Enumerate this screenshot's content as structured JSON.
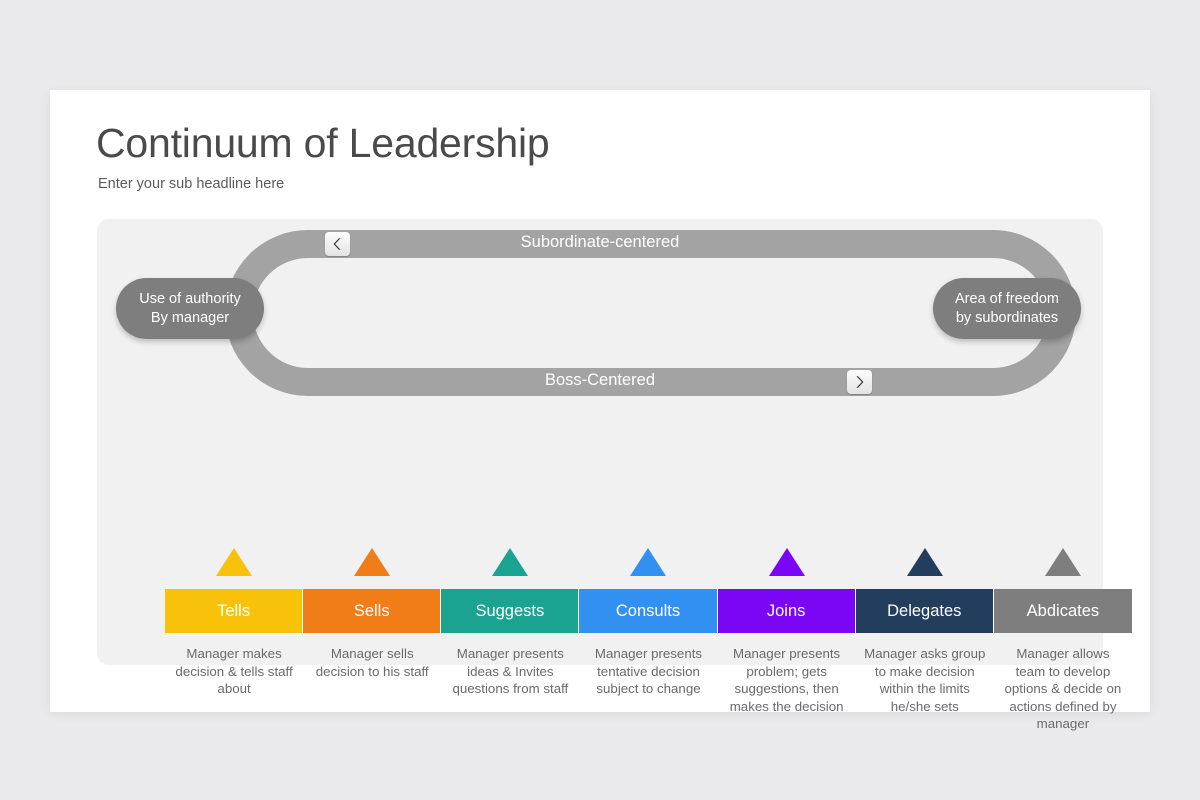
{
  "slide": {
    "title": "Continuum of Leadership",
    "subtitle": "Enter your sub headline here"
  },
  "continuum": {
    "top_label": "Subordinate-centered",
    "bottom_label": "Boss-Centered",
    "left_pill": {
      "line1": "Use of authority",
      "line2": "By manager"
    },
    "right_pill": {
      "line1": "Area of freedom",
      "line2": "by subordinates"
    },
    "nav": {
      "prev_icon": "chevron-left-icon",
      "next_icon": "chevron-right-icon"
    },
    "track_color": "#a3a3a3",
    "pill_color": "#7e7e7e"
  },
  "stages": [
    {
      "label": "Tells",
      "description": "Manager makes decision & tells staff about",
      "color": "#f9c20a"
    },
    {
      "label": "Sells",
      "description": "Manager sells decision to his staff",
      "color": "#f07d18"
    },
    {
      "label": "Suggests",
      "description": "Manager presents ideas & Invites questions from staff",
      "color": "#1ba391"
    },
    {
      "label": "Consults",
      "description": "Manager presents tentative decision subject to change",
      "color": "#3291f0"
    },
    {
      "label": "Joins",
      "description": "Manager presents problem; gets suggestions, then makes the decision",
      "color": "#7a06f5"
    },
    {
      "label": "Delegates",
      "description": "Manager asks group to make decision within the limits he/she sets",
      "color": "#233d5c"
    },
    {
      "label": "Abdicates",
      "description": "Manager allows team to develop options & decide on actions defined by manager",
      "color": "#7e7e7e"
    }
  ]
}
